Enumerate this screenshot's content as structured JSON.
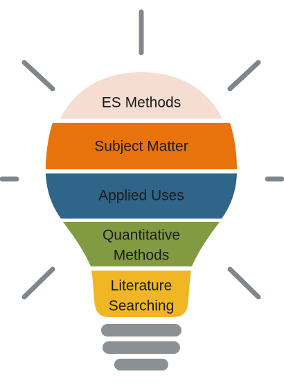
{
  "bulb": {
    "sections": [
      {
        "lines": [
          "ES Methods"
        ],
        "color": "#f6ddd2"
      },
      {
        "lines": [
          "Subject Matter"
        ],
        "color": "#e8720c"
      },
      {
        "lines": [
          "Applied Uses"
        ],
        "color": "#2e6588"
      },
      {
        "lines": [
          "Quantitative",
          "Methods"
        ],
        "color": "#829b43"
      },
      {
        "lines": [
          "Literature",
          "Searching"
        ],
        "color": "#f1b624"
      }
    ],
    "ray_color": "#7f878c",
    "base_color": "#8a9094"
  }
}
